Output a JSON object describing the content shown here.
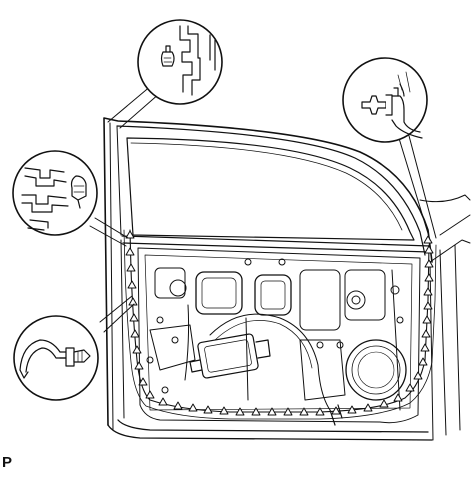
{
  "figure": {
    "code": "P",
    "colors": {
      "ink": "#111111",
      "paper": "#ffffff",
      "grey": "#c8c8c8"
    }
  },
  "callouts": [
    {
      "id": "top",
      "icon": "clip-detail-icon",
      "part": "door-frame-weatherstrip-clip"
    },
    {
      "id": "right",
      "icon": "push-clip-icon",
      "part": "door-frame-push-clip"
    },
    {
      "id": "left-upper",
      "icon": "clip-detail-icon",
      "part": "door-panel-clip"
    },
    {
      "id": "left-lower",
      "icon": "weatherstrip-clip-icon",
      "part": "weatherstrip-clip"
    }
  ],
  "clip_markers": {
    "count": 46,
    "shape": "triangle"
  }
}
